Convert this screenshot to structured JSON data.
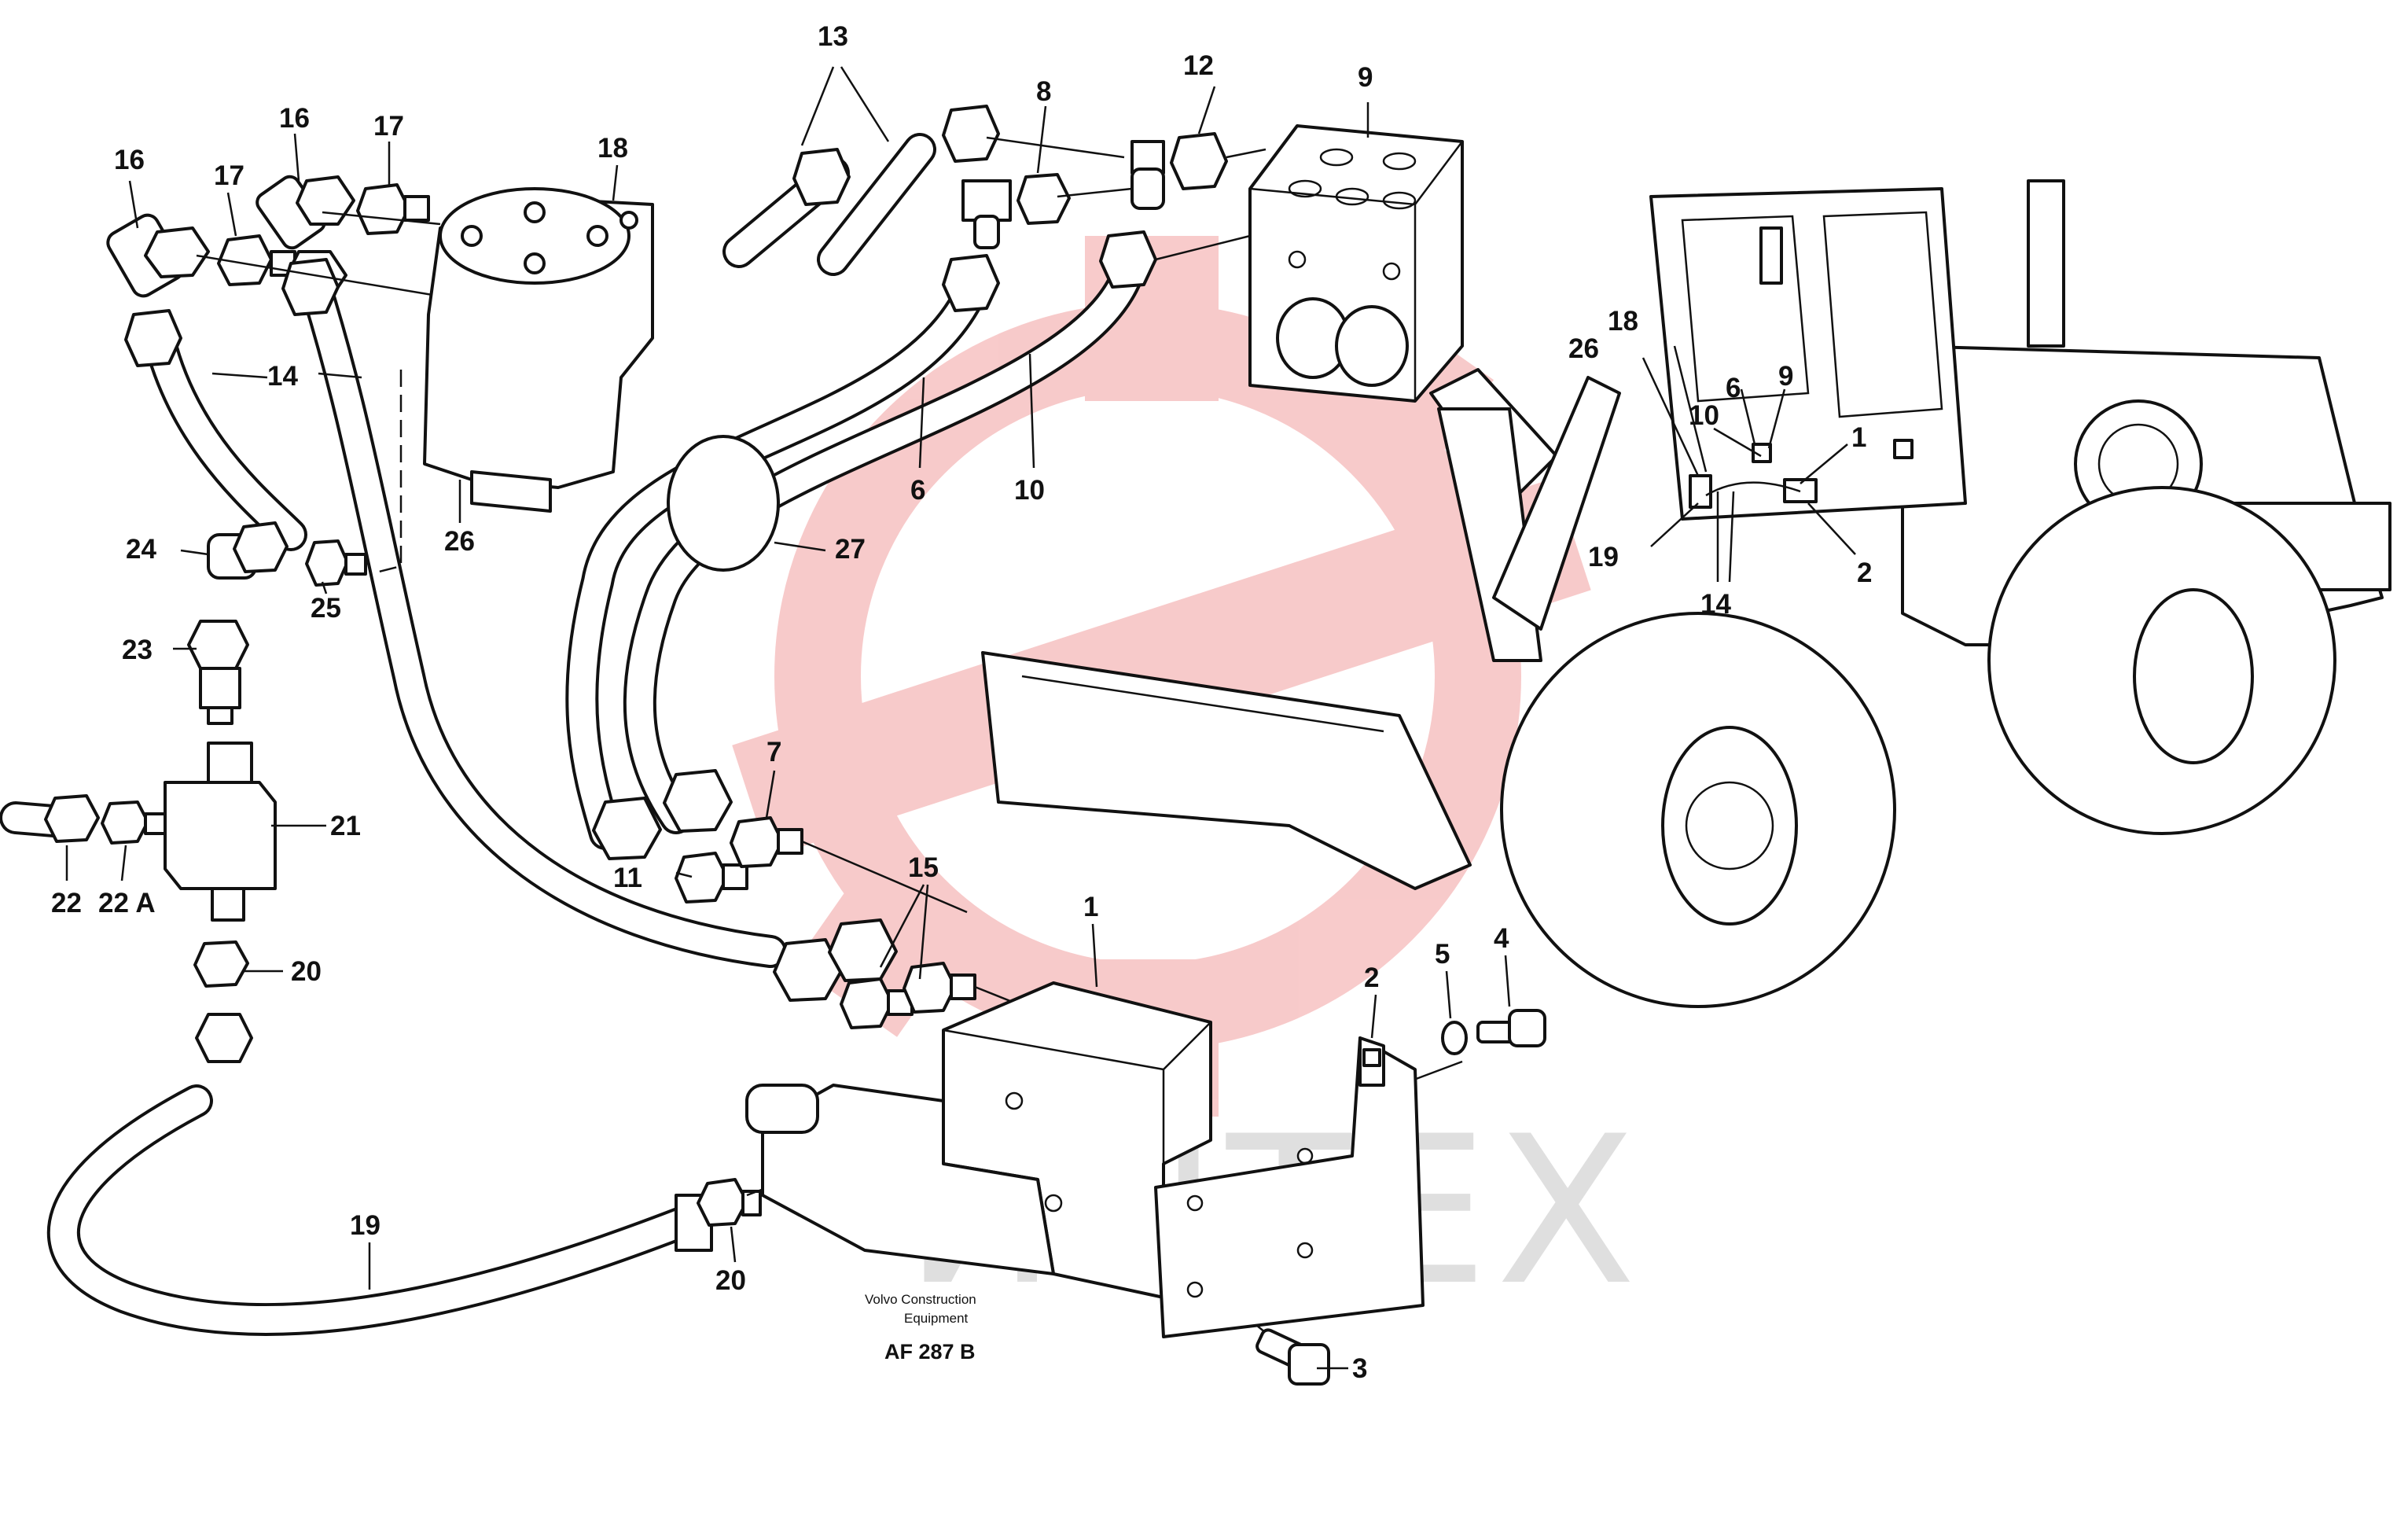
{
  "labels": [
    {
      "id": "callout-1-cab",
      "text": "1"
    },
    {
      "id": "callout-1-valve",
      "text": "1"
    },
    {
      "id": "callout-2-cab",
      "text": "2"
    },
    {
      "id": "callout-2-bracket",
      "text": "2"
    },
    {
      "id": "callout-3",
      "text": "3"
    },
    {
      "id": "callout-4",
      "text": "4"
    },
    {
      "id": "callout-5",
      "text": "5"
    },
    {
      "id": "callout-6-hose",
      "text": "6"
    },
    {
      "id": "callout-6-cab",
      "text": "6"
    },
    {
      "id": "callout-7",
      "text": "7"
    },
    {
      "id": "callout-8",
      "text": "8"
    },
    {
      "id": "callout-9-block",
      "text": "9"
    },
    {
      "id": "callout-9-cab",
      "text": "9"
    },
    {
      "id": "callout-10-hose",
      "text": "10"
    },
    {
      "id": "callout-10-cab",
      "text": "10"
    },
    {
      "id": "callout-11",
      "text": "11"
    },
    {
      "id": "callout-12",
      "text": "12"
    },
    {
      "id": "callout-13",
      "text": "13"
    },
    {
      "id": "callout-14-left",
      "text": "14"
    },
    {
      "id": "callout-14-cab",
      "text": "14"
    },
    {
      "id": "callout-15",
      "text": "15"
    },
    {
      "id": "callout-16-left",
      "text": "16"
    },
    {
      "id": "callout-16-right",
      "text": "16"
    },
    {
      "id": "callout-17-left",
      "text": "17"
    },
    {
      "id": "callout-17-right",
      "text": "17"
    },
    {
      "id": "callout-18-unit",
      "text": "18"
    },
    {
      "id": "callout-18-cab",
      "text": "18"
    },
    {
      "id": "callout-19-hose",
      "text": "19"
    },
    {
      "id": "callout-19-cab",
      "text": "19"
    },
    {
      "id": "callout-20-top",
      "text": "20"
    },
    {
      "id": "callout-20-bottom",
      "text": "20"
    },
    {
      "id": "callout-21",
      "text": "21"
    },
    {
      "id": "callout-22",
      "text": "22"
    },
    {
      "id": "callout-22a",
      "text": "22 A"
    },
    {
      "id": "callout-23",
      "text": "23"
    },
    {
      "id": "callout-24",
      "text": "24"
    },
    {
      "id": "callout-25",
      "text": "25"
    },
    {
      "id": "callout-26-unit",
      "text": "26"
    },
    {
      "id": "callout-26-cab",
      "text": "26"
    },
    {
      "id": "callout-27",
      "text": "27"
    }
  ],
  "caption": {
    "maker_line1": "Volvo Construction",
    "maker_line2": "Equipment",
    "code": "AF 287 B"
  },
  "watermark": {
    "text": "ИНТЕХ",
    "logo_color": "#f2a0a0"
  }
}
